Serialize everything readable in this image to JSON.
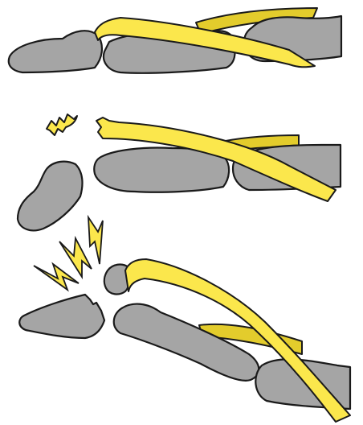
{
  "colors": {
    "bone": "#a5a5a5",
    "tendon": "#fbe74c",
    "tendon_dark": "#e3cc2c",
    "outline": "#1a1a1a",
    "background": "#ffffff"
  },
  "panels": [
    {
      "id": "intact",
      "icons": [
        "bone-icon",
        "tendon-icon"
      ]
    },
    {
      "id": "tendon-rupture",
      "icons": [
        "bone-icon",
        "tendon-icon",
        "torn-fragment-icon"
      ]
    },
    {
      "id": "avulsion-fracture",
      "icons": [
        "bone-icon",
        "tendon-icon",
        "lightning-bolt-icon"
      ]
    }
  ]
}
